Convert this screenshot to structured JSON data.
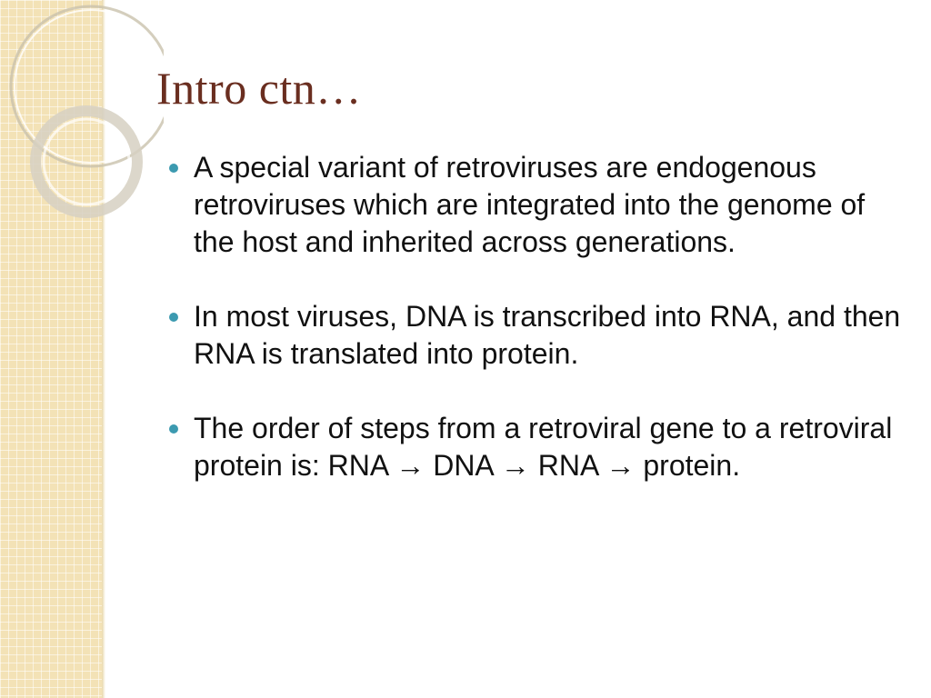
{
  "slide": {
    "title": "Intro ctn…",
    "bullets": [
      {
        "text": "A special variant of retroviruses are endogenous retroviruses which are integrated into the genome of the host and inherited across generations."
      },
      {
        "text": "In most viruses, DNA is transcribed into RNA, and then RNA is translated into protein."
      },
      {
        "text": "The order of steps from a retroviral gene to a retroviral protein is: RNA → DNA → RNA → protein."
      }
    ]
  },
  "colors": {
    "title": "#6a2e20",
    "bullet_marker": "#3c9ab0",
    "side_strip": "#f3e2b6",
    "text": "#111111"
  }
}
